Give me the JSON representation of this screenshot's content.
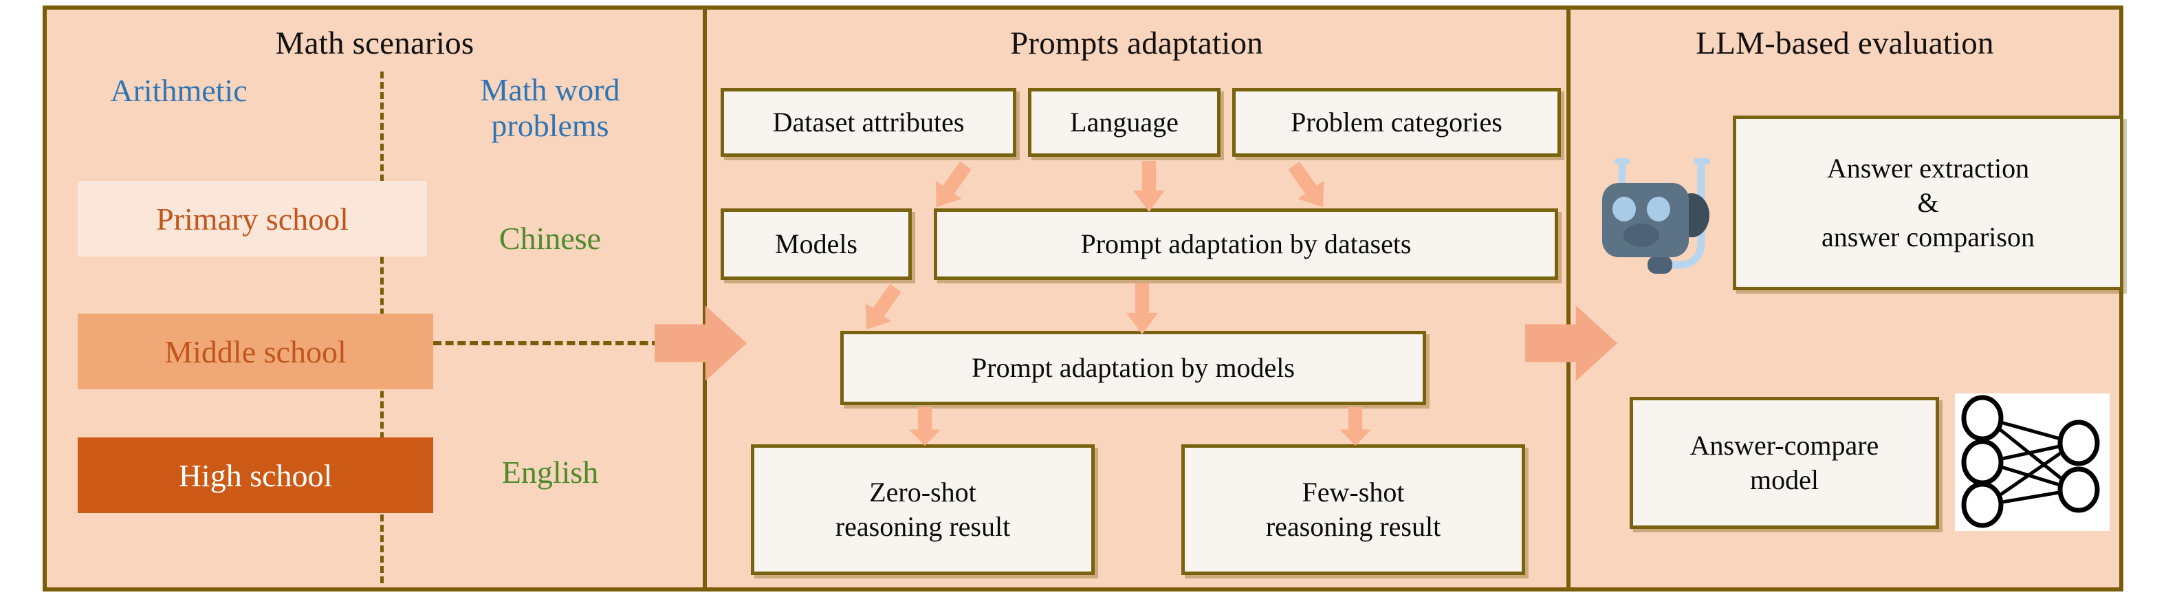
{
  "panels": {
    "left": {
      "title": "Math scenarios"
    },
    "mid": {
      "title": "Prompts adaptation"
    },
    "right": {
      "title": "LLM-based evaluation"
    }
  },
  "colors": {
    "panel_background": "#F9D5BD",
    "panel_border": "#7A5D0A",
    "box_fill": "#F8F4F0",
    "box_border": "#7A6310",
    "arrow_fill": "#F5A885",
    "arrow_outline": "#000000",
    "blue_text": "#2E75B6",
    "green_text": "#4C8A2B",
    "orange_text": "#C0561B",
    "primary_school_fill": "#FBE6DA",
    "middle_school_fill": "#F0A876",
    "high_school_fill": "#CC5A16",
    "high_school_text": "#FFFFFF",
    "robot_body": "#5C7285",
    "robot_eye": "#A8CCE8",
    "robot_headset": "#B7D5EE"
  },
  "math_scenarios": {
    "problem_types": [
      {
        "label": "Arithmetic",
        "color": "#2E75B6"
      },
      {
        "label": "Math word\nproblems",
        "color": "#2E75B6"
      }
    ],
    "arithmetic_label": "Arithmetic",
    "math_word_problems_label": "Math word problems",
    "languages": [
      {
        "label": "Chinese",
        "color": "#4C8A2B"
      },
      {
        "label": "English",
        "color": "#4C8A2B"
      }
    ],
    "chinese_label": "Chinese",
    "english_label": "English",
    "levels": [
      {
        "label": "Primary school",
        "fill": "#FBE6DA",
        "text": "#C0561B"
      },
      {
        "label": "Middle school",
        "fill": "#F0A876",
        "text": "#C0561B"
      },
      {
        "label": "High school",
        "fill": "#CC5A16",
        "text": "#FFFFFF"
      }
    ],
    "primary_school_label": "Primary school",
    "middle_school_label": "Middle school",
    "high_school_label": "High school"
  },
  "prompts_adaptation": {
    "attribute_boxes": [
      {
        "label": "Dataset attributes"
      },
      {
        "label": "Language"
      },
      {
        "label": "Problem categories"
      }
    ],
    "dataset_attributes_label": "Dataset attributes",
    "language_label": "Language",
    "problem_categories_label": "Problem categories",
    "models_label": "Models",
    "prompt_adaptation_by_datasets_label": "Prompt adaptation by datasets",
    "prompt_adaptation_by_models_label": "Prompt adaptation by models",
    "results": [
      {
        "label": "Zero-shot\nreasoning result"
      },
      {
        "label": "Few-shot\nreasoning result"
      }
    ],
    "zero_shot_line1": "Zero-shot",
    "zero_shot_line2": "reasoning result",
    "few_shot_line1": "Few-shot",
    "few_shot_line2": "reasoning result"
  },
  "llm_evaluation": {
    "answer_extraction_line1": "Answer extraction",
    "answer_extraction_line2": "&",
    "answer_extraction_line3": "answer comparison",
    "answer_compare_line1": "Answer-compare",
    "answer_compare_line2": "model"
  },
  "icons": {
    "robot": "robot-icon",
    "neural_network": "neural-network-icon",
    "big_arrow_right": "block-arrow-right-icon",
    "small_arrow_down": "block-arrow-down-icon",
    "small_arrow_down_right": "block-arrow-down-right-icon",
    "small_arrow_down_left": "block-arrow-down-left-icon"
  }
}
